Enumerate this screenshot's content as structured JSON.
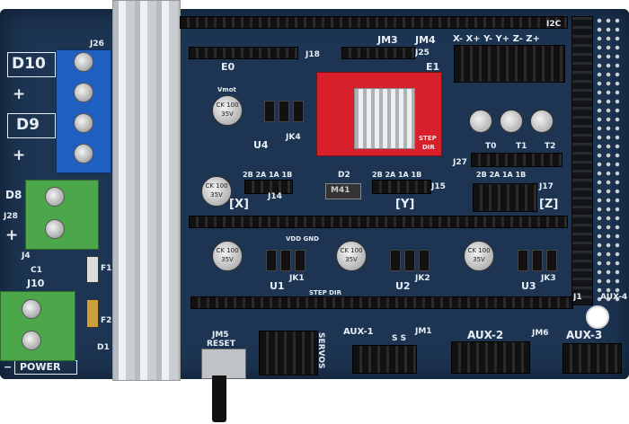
{
  "board": {
    "left_labels": {
      "d10": "D10",
      "d9": "D9",
      "d8": "D8",
      "j28": "J28",
      "j10": "J10",
      "power": "POWER",
      "j4": "J4",
      "c1": "C1",
      "f1": "F1",
      "f2": "F2",
      "d1": "D1",
      "plus": "+",
      "minus": "−"
    },
    "top_labels": {
      "jm3": "JM3",
      "jm4": "JM4",
      "j25": "J25",
      "j18": "J18",
      "e0": "E0",
      "e1": "E1",
      "i2c": "I2C",
      "endstops": "X- X+ Y- Y+ Z- Z+",
      "j26": "J26"
    },
    "driver_labels": {
      "pins": "2B 2A 1A 1B",
      "jk4": "JK4",
      "u4": "U4",
      "jk1": "JK1",
      "u1": "U1",
      "jk2": "JK2",
      "u2": "U2",
      "jk3": "JK3",
      "u3": "U3",
      "vdd_gnd": "VDD GND",
      "vmot": "Vmot",
      "step_dir": "STEP DIR"
    },
    "axis_labels": {
      "x": "[X]",
      "y": "[Y]",
      "z": "[Z]",
      "j14": "J14",
      "j15": "J15",
      "j17": "J17",
      "d2": "D2",
      "m41": "M41"
    },
    "thermal_labels": {
      "j27": "J27",
      "t0": "T0",
      "t1": "T1",
      "t2": "T2"
    },
    "bottom_labels": {
      "jm5": "JM5",
      "reset": "RESET",
      "servos": "SERVOS",
      "aux1": "AUX-1",
      "aux2": "AUX-2",
      "aux3": "AUX-3",
      "aux4": "AUX-4",
      "jm1": "JM1",
      "jm6": "JM6",
      "j1": "J1",
      "ss": "S  S"
    },
    "capacitor_text": "CK 100 35V",
    "driver_module": {
      "step": "STEP",
      "dir": "DIR"
    }
  },
  "colors": {
    "pcb": "#1d3552",
    "driver": "#d8202a",
    "terminal_blue": "#1f5fbf",
    "terminal_green": "#4ca64a",
    "heatsink": "#c9ccd1"
  }
}
